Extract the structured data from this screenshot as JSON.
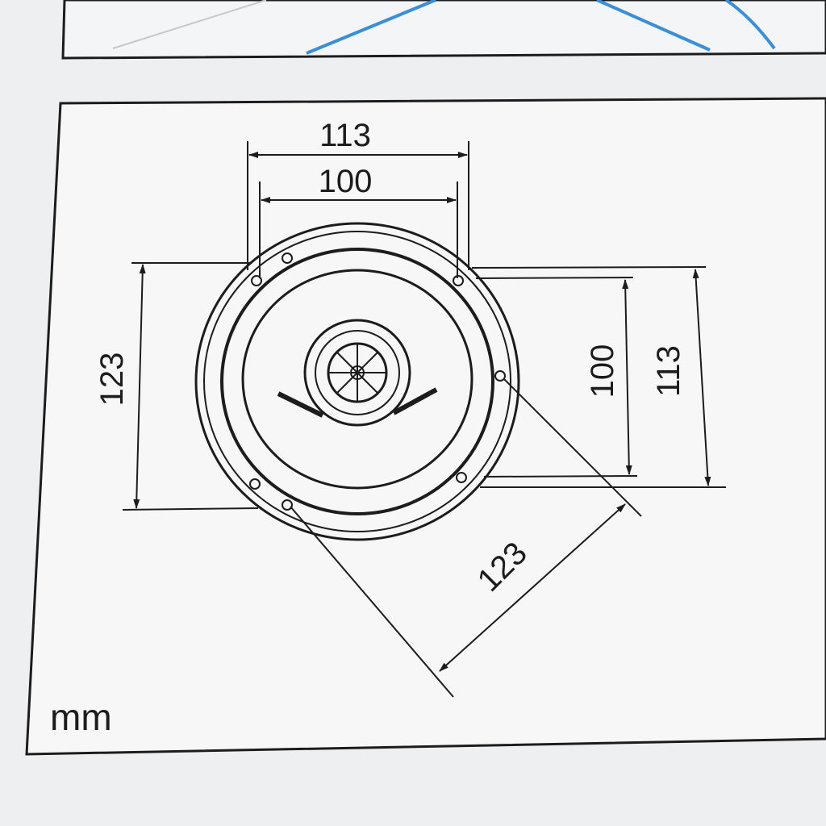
{
  "diagram": {
    "top_width_outer": "113",
    "top_width_inner": "100",
    "left_height": "123",
    "right_height_inner": "100",
    "right_height_outer": "113",
    "diagonal": "123",
    "unit": "mm"
  },
  "colors": {
    "line": "#1c1c1c",
    "paper": "#f7f7f8",
    "accent_blue": "#3a8fd6"
  }
}
